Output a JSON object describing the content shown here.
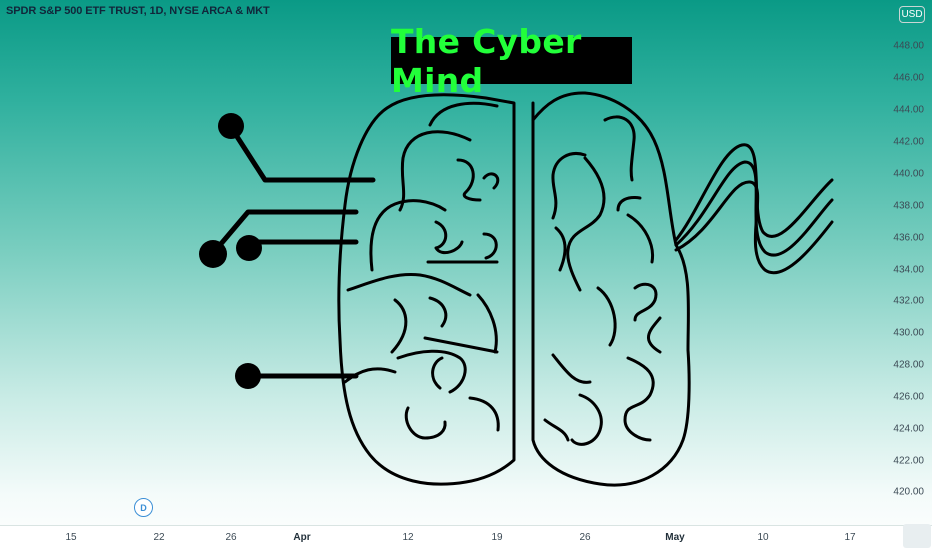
{
  "symbol": "SPDR S&P 500 ETF TRUST, 1D, NYSE ARCA & MKT",
  "currency": "USD",
  "title": "The Cyber Mind",
  "marker_label": "D",
  "price_axis": [
    "448.00",
    "446.00",
    "444.00",
    "442.00",
    "440.00",
    "438.00",
    "436.00",
    "434.00",
    "432.00",
    "430.00",
    "428.00",
    "426.00",
    "424.00",
    "422.00",
    "420.00"
  ],
  "time_axis": [
    {
      "label": "15",
      "bold": false
    },
    {
      "label": "22",
      "bold": false
    },
    {
      "label": "26",
      "bold": false
    },
    {
      "label": "Apr",
      "bold": true
    },
    {
      "label": "12",
      "bold": false
    },
    {
      "label": "19",
      "bold": false
    },
    {
      "label": "26",
      "bold": false
    },
    {
      "label": "May",
      "bold": true
    },
    {
      "label": "10",
      "bold": false
    },
    {
      "label": "17",
      "bold": false
    }
  ],
  "colors": {
    "title_text": "#22ff3a",
    "title_bg": "#000000",
    "gradient_top": "#0a9a86",
    "marker": "#3b8fd6"
  }
}
